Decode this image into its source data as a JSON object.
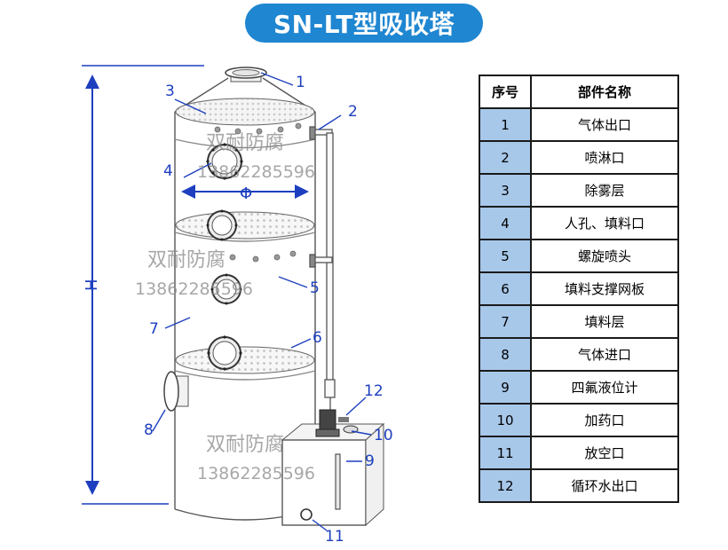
{
  "title": "SN-LT型吸收塔",
  "watermark": {
    "brand": "双耐防腐",
    "phone": "13862285596"
  },
  "dimension_labels": {
    "height": "H",
    "diameter": "Φ"
  },
  "callouts": [
    "1",
    "2",
    "3",
    "4",
    "5",
    "6",
    "7",
    "8",
    "9",
    "10",
    "11",
    "12"
  ],
  "table": {
    "headers": [
      "序号",
      "部件名称"
    ],
    "rows": [
      {
        "no": "1",
        "name": "气体出口"
      },
      {
        "no": "2",
        "name": "喷淋口"
      },
      {
        "no": "3",
        "name": "除雾层"
      },
      {
        "no": "4",
        "name": "人孔、填料口"
      },
      {
        "no": "5",
        "name": "螺旋喷头"
      },
      {
        "no": "6",
        "name": "填料支撑网板"
      },
      {
        "no": "7",
        "name": "填料层"
      },
      {
        "no": "8",
        "name": "气体进口"
      },
      {
        "no": "9",
        "name": "四氟液位计"
      },
      {
        "no": "10",
        "name": "加药口"
      },
      {
        "no": "11",
        "name": "放空口"
      },
      {
        "no": "12",
        "name": "循环水出口"
      }
    ]
  },
  "colors": {
    "title_bg": "#1f86d1",
    "number_cell_bg": "#a8c8ea",
    "callout_blue": "#1d3fbf",
    "watermark_gray": "#8a8a8a"
  }
}
